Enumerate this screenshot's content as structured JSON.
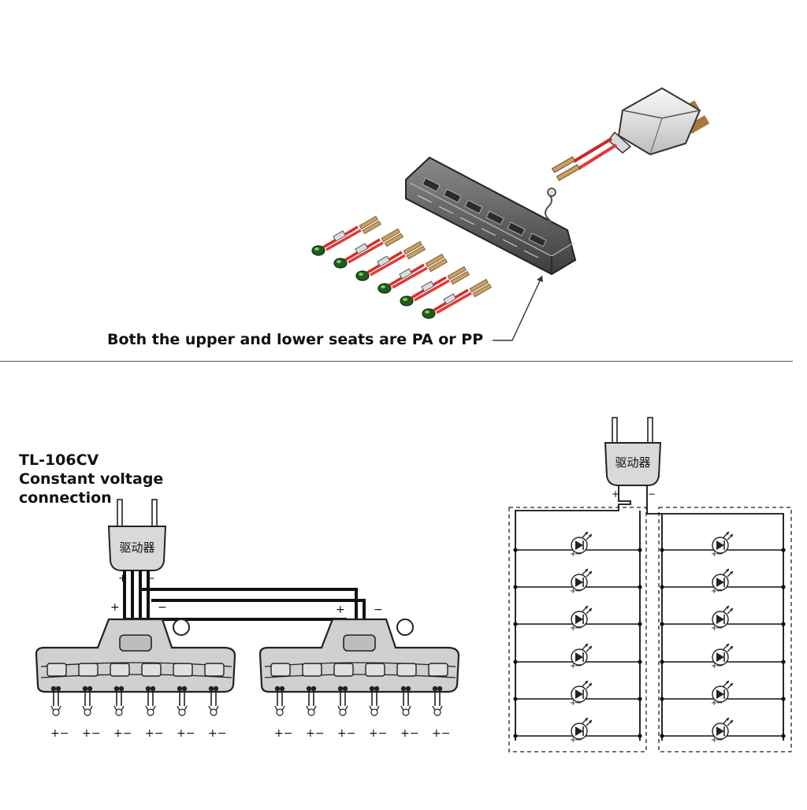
{
  "top": {
    "caption": "Both the upper and lower seats are PA or PP"
  },
  "bottom": {
    "model": "TL-106CV",
    "desc_line1": "Constant voltage",
    "desc_line2": "connection",
    "driver_label": "驱动器",
    "plus": "+",
    "minus": "−",
    "pm": "+−"
  }
}
